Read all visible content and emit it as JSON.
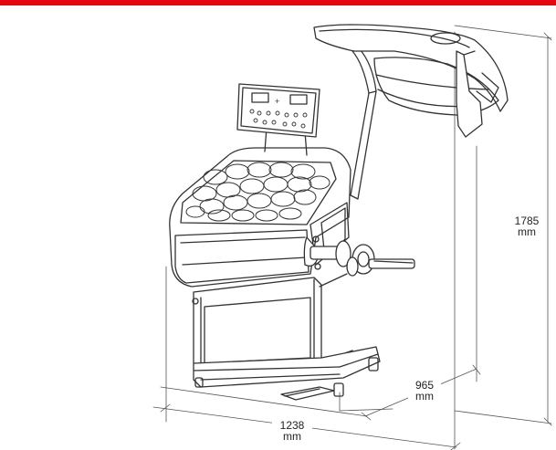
{
  "colors": {
    "accent": "#e30613",
    "line": "#333333"
  },
  "dimensions": {
    "height": {
      "value": "1785",
      "unit": "mm"
    },
    "width": {
      "value": "965",
      "unit": "mm"
    },
    "depth": {
      "value": "1238",
      "unit": "mm"
    }
  },
  "panel": {
    "sign": "+"
  }
}
